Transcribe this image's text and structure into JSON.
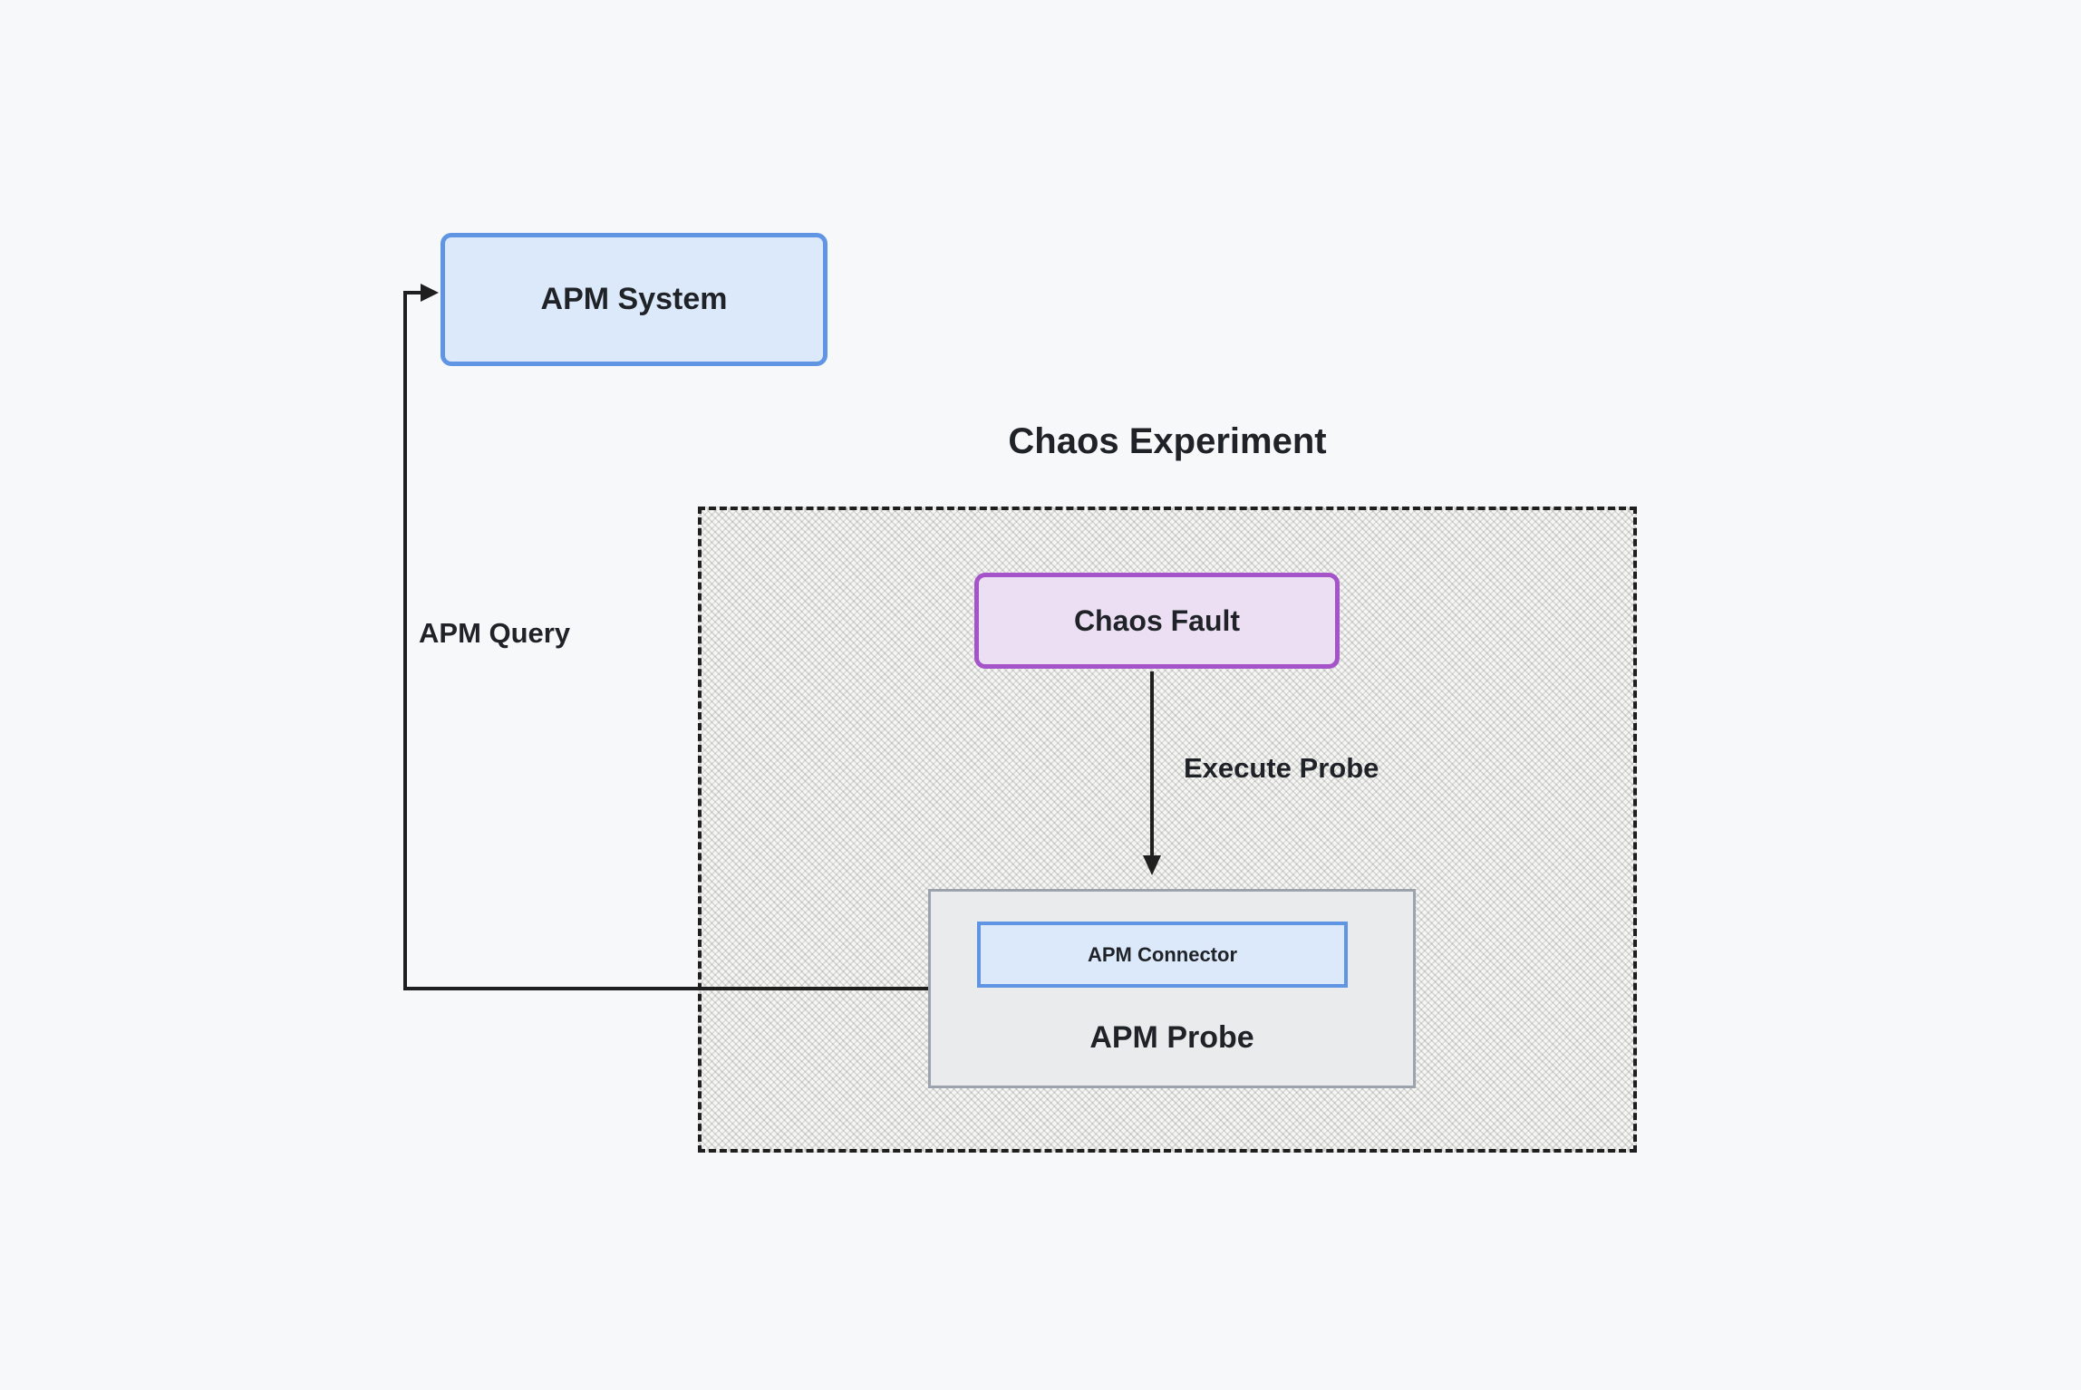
{
  "diagram": {
    "title": "Chaos Experiment",
    "nodes": {
      "apm_system": {
        "label": "APM System"
      },
      "chaos_fault": {
        "label": "Chaos Fault"
      },
      "apm_connector": {
        "label": "APM Connector"
      },
      "apm_probe": {
        "label": "APM Probe"
      }
    },
    "edges": {
      "apm_query": {
        "label": "APM Query",
        "from": "apm_probe",
        "to": "apm_system"
      },
      "execute_probe": {
        "label": "Execute Probe",
        "from": "chaos_fault",
        "to": "apm_probe"
      }
    }
  },
  "colors": {
    "page_bg": "#f6f8fa",
    "text": "#1f2328",
    "line": "#1f1f1f",
    "blue_border": "#6095e4",
    "blue_fill": "#dce9fa",
    "purple_border": "#a454c8",
    "purple_fill": "#ecdff4",
    "grey_border": "#9da3ad",
    "grey_fill": "#eaebed",
    "hatch_base": "#f6f6f5"
  }
}
